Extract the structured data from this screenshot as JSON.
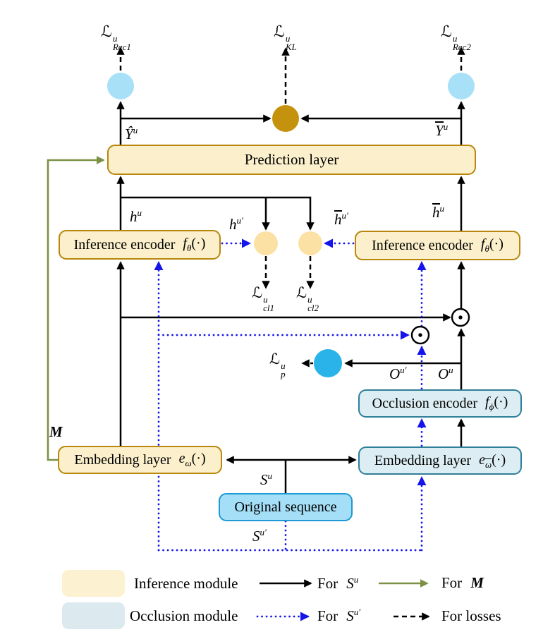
{
  "colors": {
    "inference_fill": "#FBF0CB",
    "inference_border": "#B8870B",
    "occlusion_fill": "#DCEDF4",
    "occlusion_border": "#2E7F99",
    "original_fill": "#A5DFF7",
    "original_border": "#1C9AD6",
    "circle_lightblue": "#A8E0F7",
    "circle_gold": "#C5920D",
    "circle_yellow": "#FBE2A4",
    "circle_blue": "#29B3E8",
    "flow_s": "#000000",
    "flow_s_prime": "#1414EB",
    "flow_m": "#7C9144",
    "flow_losses": "#000000"
  },
  "boxes": {
    "prediction": {
      "label": "Prediction layer"
    },
    "inference_left": {
      "label": "Inference encoder",
      "func": {
        "base": "f",
        "sub": "θ",
        "args": "(·)"
      }
    },
    "inference_right": {
      "label": "Inference encoder",
      "func": {
        "base": "f",
        "sub": "θ",
        "args": "(·)"
      }
    },
    "occlusion": {
      "label": "Occlusion encoder",
      "func": {
        "base": "f",
        "sub": "ϕ",
        "args": "(·)"
      }
    },
    "embedding_left": {
      "label": "Embedding layer",
      "func": {
        "base": "e",
        "sub": "ω",
        "args": "(·)"
      }
    },
    "embedding_right": {
      "label": "Embedding layer",
      "func": {
        "base": "e",
        "sub": "ω",
        "args": "(·)"
      }
    },
    "original_sequence": {
      "label": "Original sequence"
    }
  },
  "labels": {
    "loss_rec1": {
      "base": "ℒ",
      "sup": "u",
      "sub": "Rec1"
    },
    "loss_kl": {
      "base": "ℒ",
      "sup": "u",
      "sub": "KL"
    },
    "loss_rec2": {
      "base": "ℒ",
      "sup": "u",
      "sub": "Rec2"
    },
    "loss_cl1": {
      "base": "ℒ",
      "sup": "u",
      "sub": "cl1"
    },
    "loss_cl2": {
      "base": "ℒ",
      "sup": "u",
      "sub": "cl2"
    },
    "loss_p": {
      "base": "ℒ",
      "sup": "u",
      "sub": "p"
    },
    "y_hat": {
      "base": "Ŷ",
      "sup": "u"
    },
    "y_bar": {
      "base": "Y",
      "sup": "u"
    },
    "h": {
      "base": "h",
      "sup": "u"
    },
    "h_prime": {
      "base": "h",
      "sup": "u′"
    },
    "h_bar": {
      "base": "h",
      "sup": "u"
    },
    "h_bar_prime": {
      "base": "h",
      "sup": "u′"
    },
    "o_prime": {
      "base": "O",
      "sup": "u′"
    },
    "o": {
      "base": "O",
      "sup": "u"
    },
    "m": {
      "base": "M"
    },
    "s": {
      "base": "S",
      "sup": "u"
    },
    "s_prime": {
      "base": "S",
      "sup": "u′"
    }
  },
  "legend": {
    "inference_module": "Inference module",
    "occlusion_module": "Occlusion module",
    "for_s": {
      "prefix": "For",
      "base": "S",
      "sup": "u"
    },
    "for_m": {
      "prefix": "For",
      "base": "M"
    },
    "for_s_prime": {
      "prefix": "For",
      "base": "S",
      "sup": "u′"
    },
    "for_losses": "For losses"
  }
}
